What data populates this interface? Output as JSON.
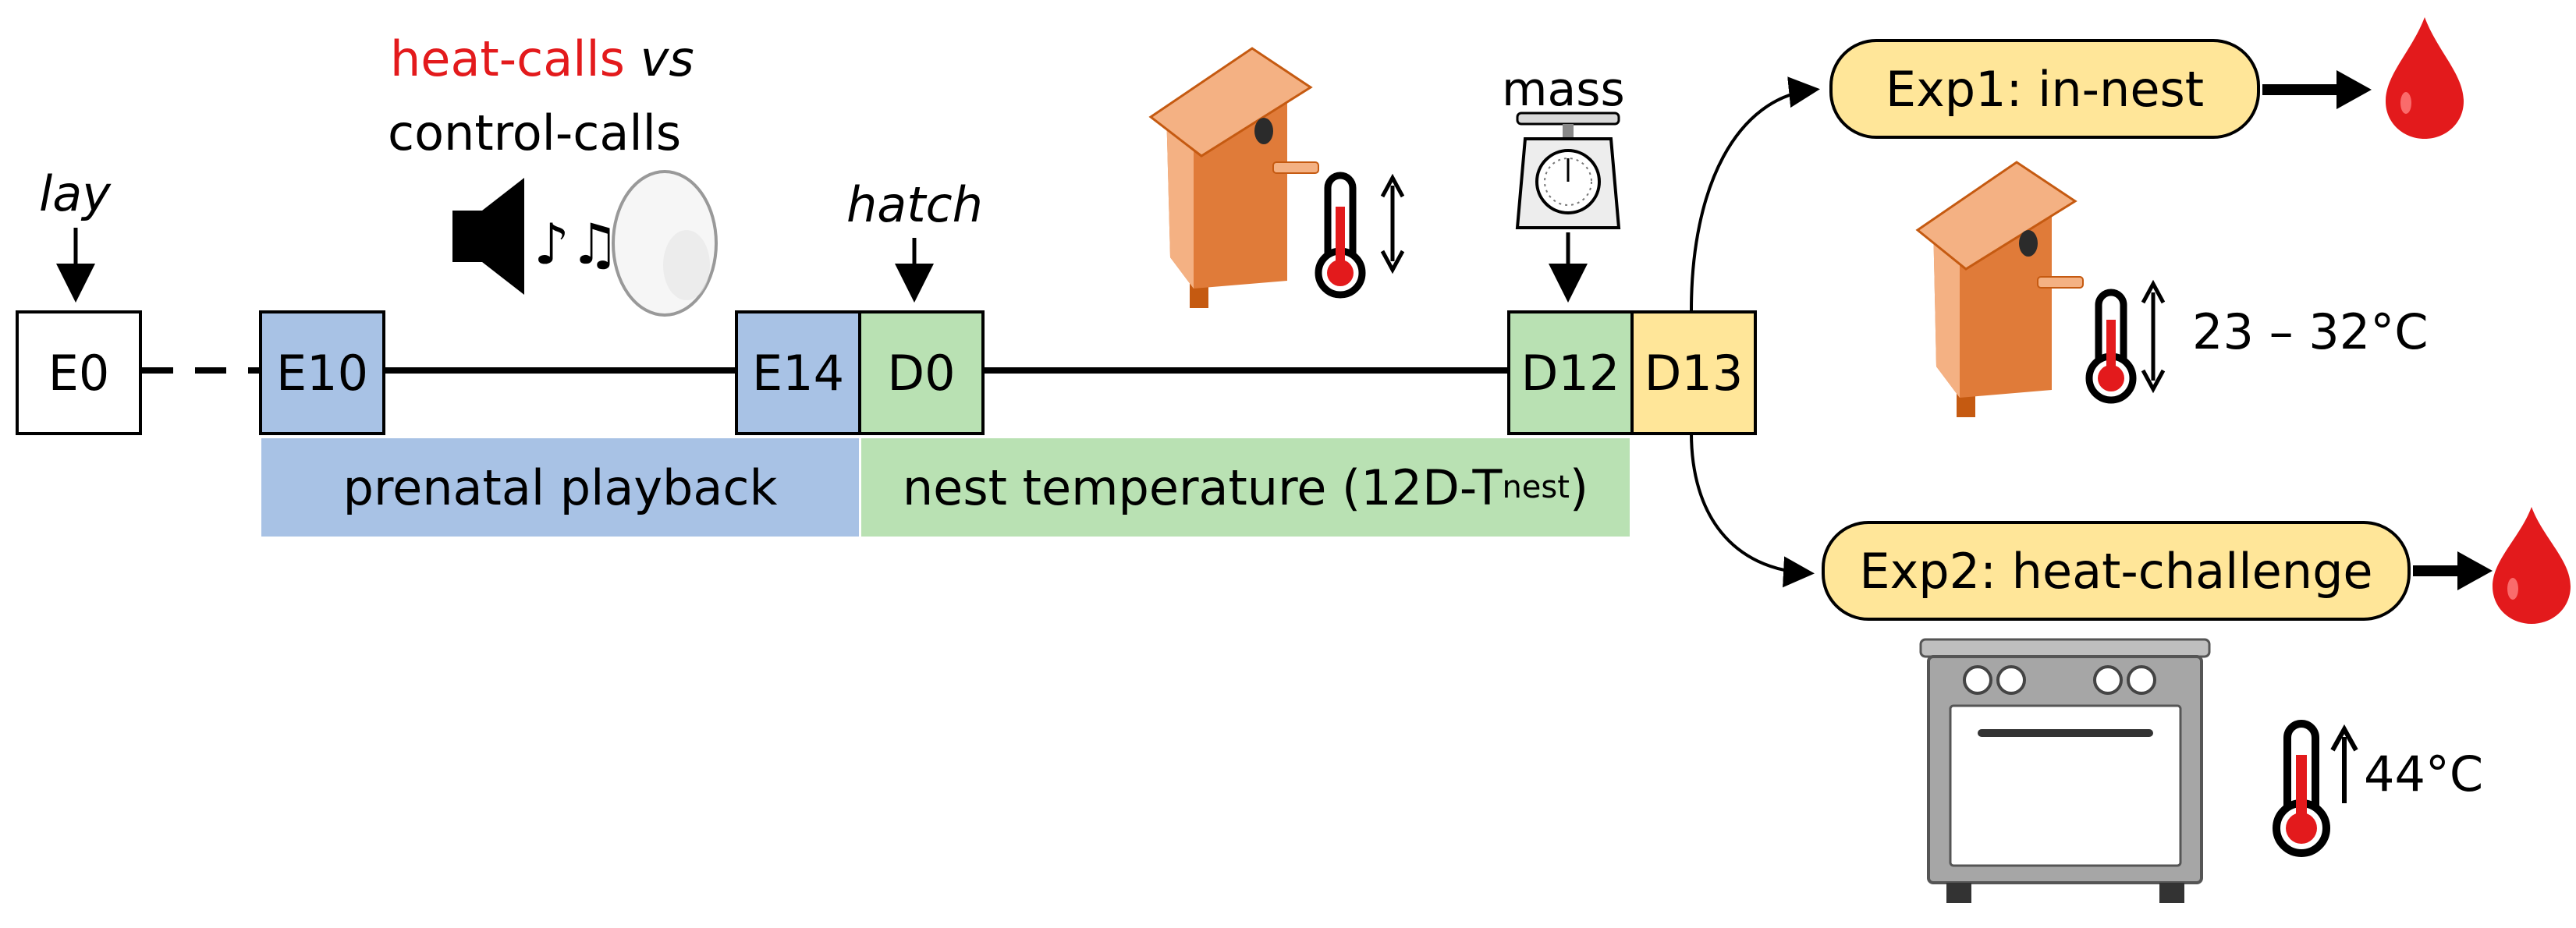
{
  "colors": {
    "blue": "#a8c2e5",
    "green": "#b9e1b3",
    "yellow": "#ffe699",
    "red": "#e31a1c",
    "house_light": "#f4b183",
    "house_dark": "#e07b39"
  },
  "icons": [
    "speaker-icon",
    "music-note-icon",
    "egg-icon",
    "nestbox-icon",
    "thermometer-icon",
    "scale-icon",
    "blood-drop-icon",
    "oven-icon"
  ],
  "events": {
    "lay": "lay",
    "hatch": "hatch",
    "mass": "mass"
  },
  "playback": {
    "heat_calls": "heat-calls",
    "vs": "vs",
    "control_calls": "control-calls"
  },
  "timeline": {
    "E0": "E0",
    "E10": "E10",
    "E14": "E14",
    "D0": "D0",
    "D12": "D12",
    "D13": "D13"
  },
  "phases": {
    "prenatal": "prenatal playback",
    "nest_prefix": "nest temperature (12D-T",
    "nest_sub": "nest",
    "nest_suffix": ")"
  },
  "experiments": {
    "exp1": "Exp1: in-nest",
    "exp1_range": "23 – 32°C",
    "exp2": "Exp2: heat-challenge",
    "exp2_temp": "44°C"
  }
}
